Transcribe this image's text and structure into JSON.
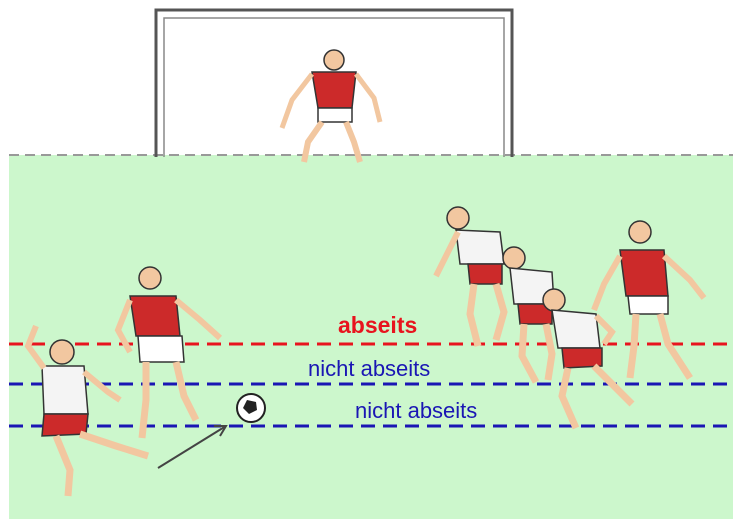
{
  "labels": {
    "offside": "abseits",
    "onside_1": "nicht abseits",
    "onside_2": "nicht abseits"
  },
  "colors": {
    "pitch": "#ccf7cc",
    "offside_line": "#e8141e",
    "onside_line": "#1a16b4",
    "red_shirt": "#cc2a2a",
    "white_shirt": "#f4f4f4",
    "outline": "#333333",
    "skin": "#f2c7a0"
  },
  "scene": {
    "ball_icon": "soccer-ball-icon",
    "arrow_icon": "arrow-icon"
  }
}
